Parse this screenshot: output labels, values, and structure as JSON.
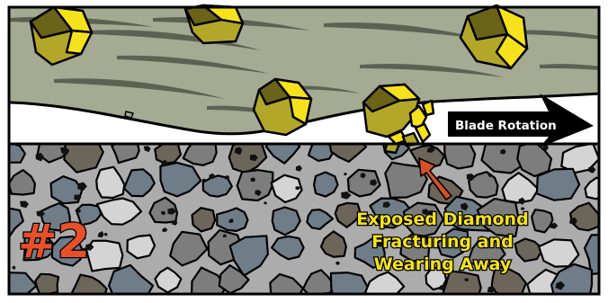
{
  "figure": {
    "step_number": "#2",
    "arrow_label": "Blade Rotation",
    "caption_lines": [
      "Exposed Diamond",
      "Fracturing and",
      "Wearing Away"
    ]
  },
  "colors": {
    "matrix": "#a5ab92",
    "matrix_streak": "#5d6152",
    "diamond_yellow": "#f5e21c",
    "diamond_olive": "#b3a72a",
    "diamond_dark": "#6b6418",
    "concrete_bg": "#acacac",
    "stone_slate": "#6f7d88",
    "stone_brown": "#6c6559",
    "stone_gray": "#7d7d7d",
    "stone_light": "#d4d4d4",
    "caption_fill": "#f5e21c",
    "step_fill": "#e8502a",
    "pointer_arrow": "#d6502a",
    "outline": "#000000"
  }
}
